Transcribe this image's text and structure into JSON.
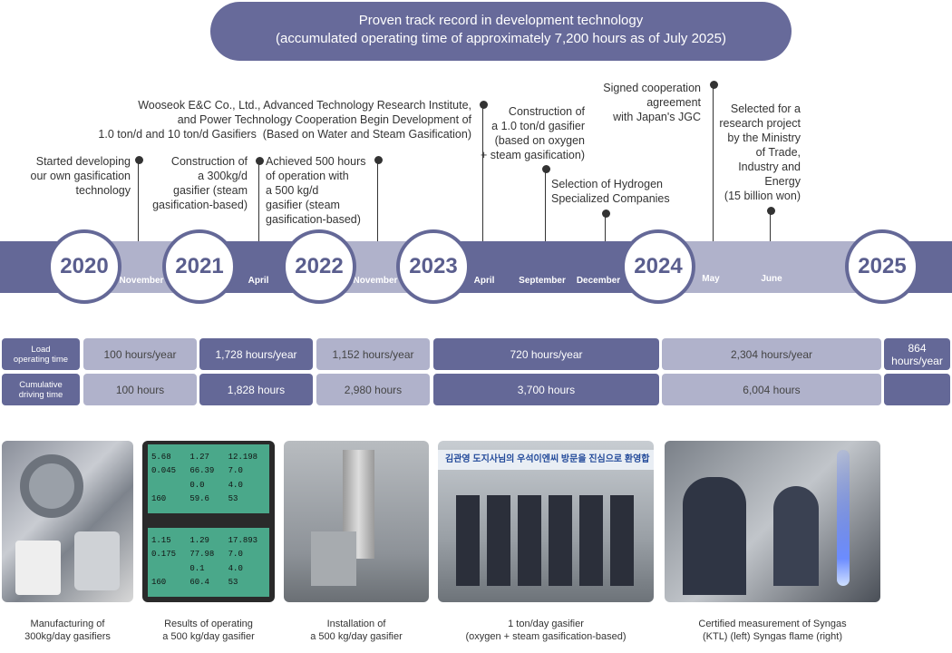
{
  "header": {
    "line1": "Proven track record in development technology",
    "line2": "(accumulated operating time of approximately 7,200 hours as of July 2025)"
  },
  "events": [
    "Started developing\nour own gasification\ntechnology",
    "Construction of\na 300kg/d\ngasifier (steam\ngasification-based)",
    "Achieved 500 hours\nof operation with\na 500 kg/d\ngasifier (steam\ngasification-based)",
    "Wooseok E&C Co., Ltd., Advanced Technology Research Institute,\nand Power Technology Cooperation Begin Development of\n1.0 ton/d and 10 ton/d Gasifiers  (Based on Water and Steam Gasification)",
    "Construction of\na 1.0 ton/d gasifier\n(based on oxygen\n+ steam gasification)",
    "Selection of Hydrogen\nSpecialized Companies",
    "Signed cooperation\nagreement\nwith Japan's JGC",
    "Selected for a\nresearch project\nby the Ministry\nof Trade,\nIndustry and\nEnergy\n(15 billion won)"
  ],
  "years": [
    "2020",
    "2021",
    "2022",
    "2023",
    "2024",
    "2025"
  ],
  "months": [
    "November",
    "April",
    "November",
    "April",
    "September",
    "December",
    "May",
    "June"
  ],
  "table": {
    "row_labels": [
      "Load\noperating time",
      "Cumulative\ndriving time"
    ],
    "load": [
      "100 hours/year",
      "1,728 hours/year",
      "1,152 hours/year",
      "720 hours/year",
      "2,304 hours/year",
      "864\nhours/year"
    ],
    "cumulative": [
      "100 hours",
      "1,828 hours",
      "2,980 hours",
      "3,700 hours",
      "6,004 hours",
      ""
    ]
  },
  "screen_values": {
    "top": [
      "5.68",
      "1.27",
      "12.198",
      "0.045",
      "66.39",
      "7.0",
      "0.0",
      "4.0",
      "160",
      "59.6",
      "53"
    ],
    "bottom": [
      "1.15",
      "1.29",
      "17.893",
      "0.175",
      "77.98",
      "7.0",
      "0.1",
      "4.0",
      "160",
      "60.4",
      "53"
    ]
  },
  "banner_text": "김관영 도지사님의 우석이엔씨 방문을 진심으로 환영합",
  "captions": [
    "Manufacturing of\n300kg/day gasifiers",
    "Results of operating\na 500 kg/day gasifier",
    "Installation of\na 500 kg/day gasifier",
    "1 ton/day gasifier\n(oxygen + steam gasification-based)",
    "Certified measurement of Syngas\n(KTL) (left) Syngas flame (right)"
  ],
  "colors": {
    "dark": "#646897",
    "light": "#b0b2cb",
    "header": "#676a9a"
  }
}
